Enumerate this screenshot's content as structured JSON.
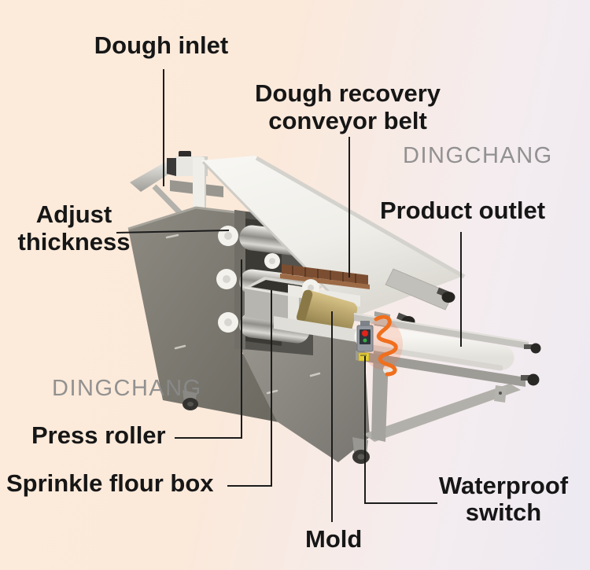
{
  "figure": {
    "description": "Annotated diagram of a dough sheet / roti making machine",
    "brand_watermark": "DINGCHANG"
  },
  "watermarks": {
    "top": "DINGCHANG",
    "bottom": "DINGCHANG"
  },
  "labels": {
    "dough_inlet": "Dough inlet",
    "dough_recovery_line1": "Dough recovery",
    "dough_recovery_line2": "conveyor belt",
    "adjust_line1": "Adjust",
    "adjust_line2": "thickness",
    "product_outlet": "Product outlet",
    "press_roller": "Press roller",
    "sprinkle_flour_box": "Sprinkle flour box",
    "mold": "Mold",
    "waterproof_line1": "Waterproof",
    "waterproof_line2": "switch"
  },
  "colors": {
    "background_start": "#fcebdb",
    "background_end": "#edeaf2",
    "label_text": "#161616",
    "watermark_gray": "#8a8a8a",
    "leader_line": "#1c1c1c",
    "cabinet_steel": "#7e7b73",
    "belt_white": "#f4f3ef",
    "mold_tan": "#c9b478",
    "cable_orange": "#f06f1e",
    "switch_red": "#e1241a",
    "switch_green": "#35aa44",
    "warn_label_yellow": "#e3cd36"
  }
}
